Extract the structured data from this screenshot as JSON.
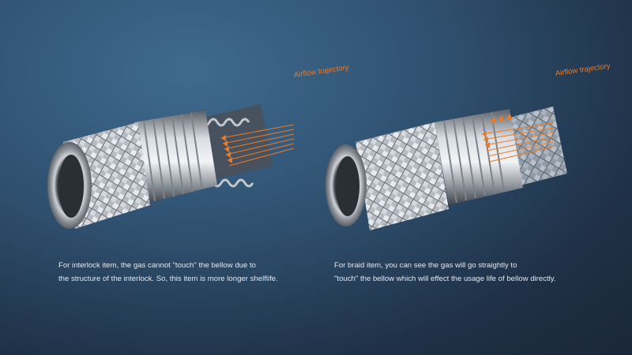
{
  "panels": {
    "interlock": {
      "airflow_label": "Airflow trajectory",
      "caption_line1": "For interlock item, the gas cannot \"touch\" the bellow due to",
      "caption_line2": "the structure of the interlock. So, this item is more longer shelflife."
    },
    "braid": {
      "airflow_label": "Airflow trajectory",
      "caption_line1": "For braid item, you can see the gas will go straightly to",
      "caption_line2": "\"touch\" the bellow which will effect the usage life of bellow directly."
    }
  },
  "colors": {
    "accent_orange": "#ef7a22",
    "caption_text": "#e4e9ef"
  }
}
